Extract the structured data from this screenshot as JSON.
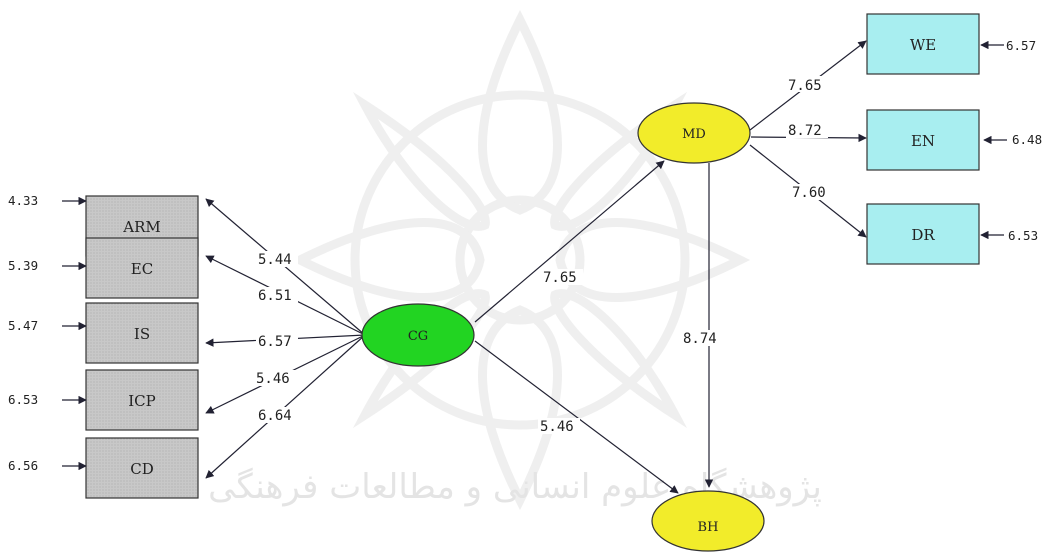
{
  "colors": {
    "observed_left_fill": "#c8c8c8",
    "observed_right_fill": "#a8eef0",
    "latent_green": "#22d422",
    "latent_yellow": "#f2ec2a",
    "edge": "#222233",
    "watermark": "#e4e4e4"
  },
  "watermark": {
    "text": "پژوهشگاه علوم انسانی و مطالعات فرهنگی",
    "icon": "rosette-watermark-icon"
  },
  "latent": {
    "cg": "CG",
    "md": "MD",
    "bh": "BH"
  },
  "observed_left": [
    {
      "id": "arm",
      "label": "ARM",
      "error": "4.33",
      "loading": "5.44"
    },
    {
      "id": "ec",
      "label": "EC",
      "error": "5.39",
      "loading": "6.51"
    },
    {
      "id": "is",
      "label": "IS",
      "error": "5.47",
      "loading": "6.57"
    },
    {
      "id": "icp",
      "label": "ICP",
      "error": "6.53",
      "loading": "5.46"
    },
    {
      "id": "cd",
      "label": "CD",
      "error": "6.56",
      "loading": "6.64"
    }
  ],
  "observed_right": [
    {
      "id": "we",
      "label": "WE",
      "error": "6.57",
      "loading": "7.65"
    },
    {
      "id": "en",
      "label": "EN",
      "error": "6.48",
      "loading": "8.72"
    },
    {
      "id": "dr",
      "label": "DR",
      "error": "6.53",
      "loading": "7.60"
    }
  ],
  "structural_paths": {
    "cg_md": "7.65",
    "cg_bh": "5.46",
    "md_bh": "8.74"
  }
}
